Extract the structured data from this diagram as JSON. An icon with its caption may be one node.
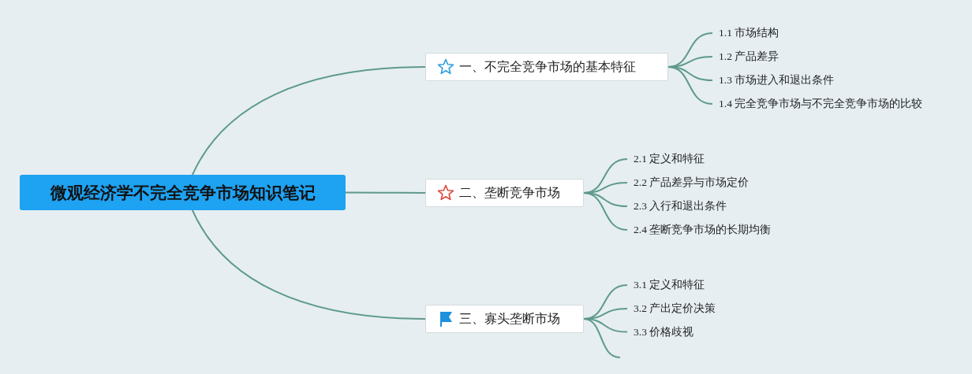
{
  "diagram": {
    "nodes": [
      {
        "text": [
          "微观经济学不完全竞争市场知识笔记"
        ]
      },
      {
        "text": [
          "一、不完全竞争市场的基本特征"
        ]
      },
      {
        "text": [
          "1.1 市场结构"
        ]
      },
      {
        "text": [
          "1.2 产品差异"
        ]
      },
      {
        "text": [
          "1.3 市场进入和退出条件"
        ]
      },
      {
        "text": [
          "1.4 完全竞争市场与不完全竞争市场的比较"
        ]
      },
      {
        "text": [
          "二、垄断竞争市场"
        ]
      },
      {
        "text": [
          "2.1 定义和特征"
        ]
      },
      {
        "text": [
          "2.2 产品差异与市场定价"
        ]
      },
      {
        "text": [
          "2.3 入行和退出条件"
        ]
      },
      {
        "text": [
          "2.4 垄断竞争市场的长期均衡"
        ]
      },
      {
        "text": [
          "三、寡头垄断市场"
        ]
      },
      {
        "text": [
          "3.1 定义和特征"
        ]
      },
      {
        "text": [
          "3.2 产出定价决策"
        ]
      },
      {
        "text": [
          "3.3 价格歧视"
        ]
      }
    ],
    "edges": [
      {
        "from": 0,
        "to": 1,
        "arrow": "none"
      },
      {
        "from": 0,
        "to": 6,
        "arrow": "none"
      },
      {
        "from": 0,
        "to": 11,
        "arrow": "none"
      },
      {
        "from": 1,
        "to": 2,
        "arrow": "none"
      },
      {
        "from": 1,
        "to": 3,
        "arrow": "none"
      },
      {
        "from": 1,
        "to": 4,
        "arrow": "none"
      },
      {
        "from": 1,
        "to": 5,
        "arrow": "none"
      },
      {
        "from": 6,
        "to": 7,
        "arrow": "none"
      },
      {
        "from": 6,
        "to": 8,
        "arrow": "none"
      },
      {
        "from": 6,
        "to": 9,
        "arrow": "none"
      },
      {
        "from": 6,
        "to": 10,
        "arrow": "none"
      },
      {
        "from": 11,
        "to": 12,
        "arrow": "none"
      },
      {
        "from": 11,
        "to": 13,
        "arrow": "none"
      },
      {
        "from": 11,
        "to": 14,
        "arrow": "none"
      },
      {
        "from": 11,
        "to": null,
        "arrow": "none"
      }
    ]
  }
}
